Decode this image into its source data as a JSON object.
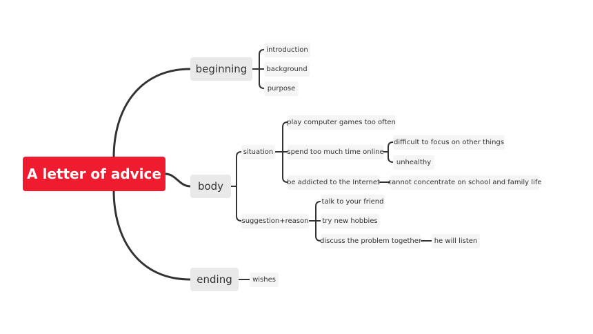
{
  "mindmap": {
    "root": "A letter of advice",
    "branches": {
      "beginning": {
        "label": "beginning",
        "items": [
          "introduction",
          "background",
          "purpose"
        ]
      },
      "body": {
        "label": "body",
        "situation": {
          "label": "situation",
          "items": [
            "play computer games too often",
            "spend too much time online",
            "be addicted to the Internet"
          ],
          "online_details": [
            "difficult to focus on other things",
            "unhealthy"
          ],
          "internet_detail": "cannot concentrate on school and family life"
        },
        "suggestion": {
          "label": "suggestion+reason",
          "items": [
            "talk to your friend",
            "try new hobbies",
            "discuss the problem together"
          ],
          "discuss_detail": "he will listen"
        }
      },
      "ending": {
        "label": "ending",
        "items": [
          "wishes"
        ]
      }
    }
  },
  "colors": {
    "root_bg": "#ee1c2e",
    "line": "#333333",
    "main_bg": "#e9e9e9",
    "sub_bg": "#f5f5f5"
  }
}
